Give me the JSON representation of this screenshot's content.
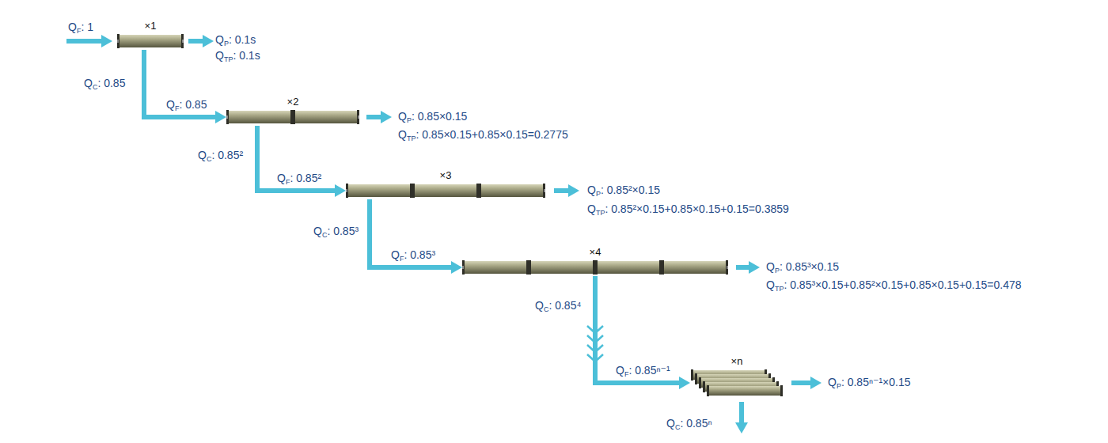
{
  "diagram": {
    "nodes": [
      {
        "text": [
          "×1"
        ]
      },
      {
        "text": [
          "×2"
        ]
      },
      {
        "text": [
          "×3"
        ]
      },
      {
        "text": [
          "×4"
        ]
      },
      {
        "text": [
          "×n"
        ]
      }
    ],
    "edges": [
      {
        "from": 0,
        "to": 1,
        "arrow": "to",
        "label": "QC: 0.85"
      },
      {
        "from": 1,
        "to": 2,
        "arrow": "to",
        "label": "QC: 0.85²"
      },
      {
        "from": 2,
        "to": 3,
        "arrow": "to",
        "label": "QC: 0.85³"
      },
      {
        "from": 3,
        "to": 4,
        "arrow": "to",
        "label": "QC: 0.85⁴"
      }
    ],
    "labels": [
      "QF: 1",
      "QP: 0.1s",
      "QTP: 0.1s",
      "QF: 0.85",
      "QP: 0.85×0.15",
      "QTP: 0.85×0.15+0.85×0.15=0.2775",
      "QF: 0.85²",
      "QP: 0.85²×0.15",
      "QTP: 0.85²×0.15+0.85×0.15+0.15=0.3859",
      "QF: 0.85³",
      "QP: 0.85³×0.15",
      "QTP: 0.85³×0.15+0.85²×0.15+0.85×0.15+0.15=0.478",
      "QF: 0.85ⁿ⁻¹",
      "QP: 0.85ⁿ⁻¹×0.15",
      "QC: 0.85ⁿ"
    ]
  }
}
